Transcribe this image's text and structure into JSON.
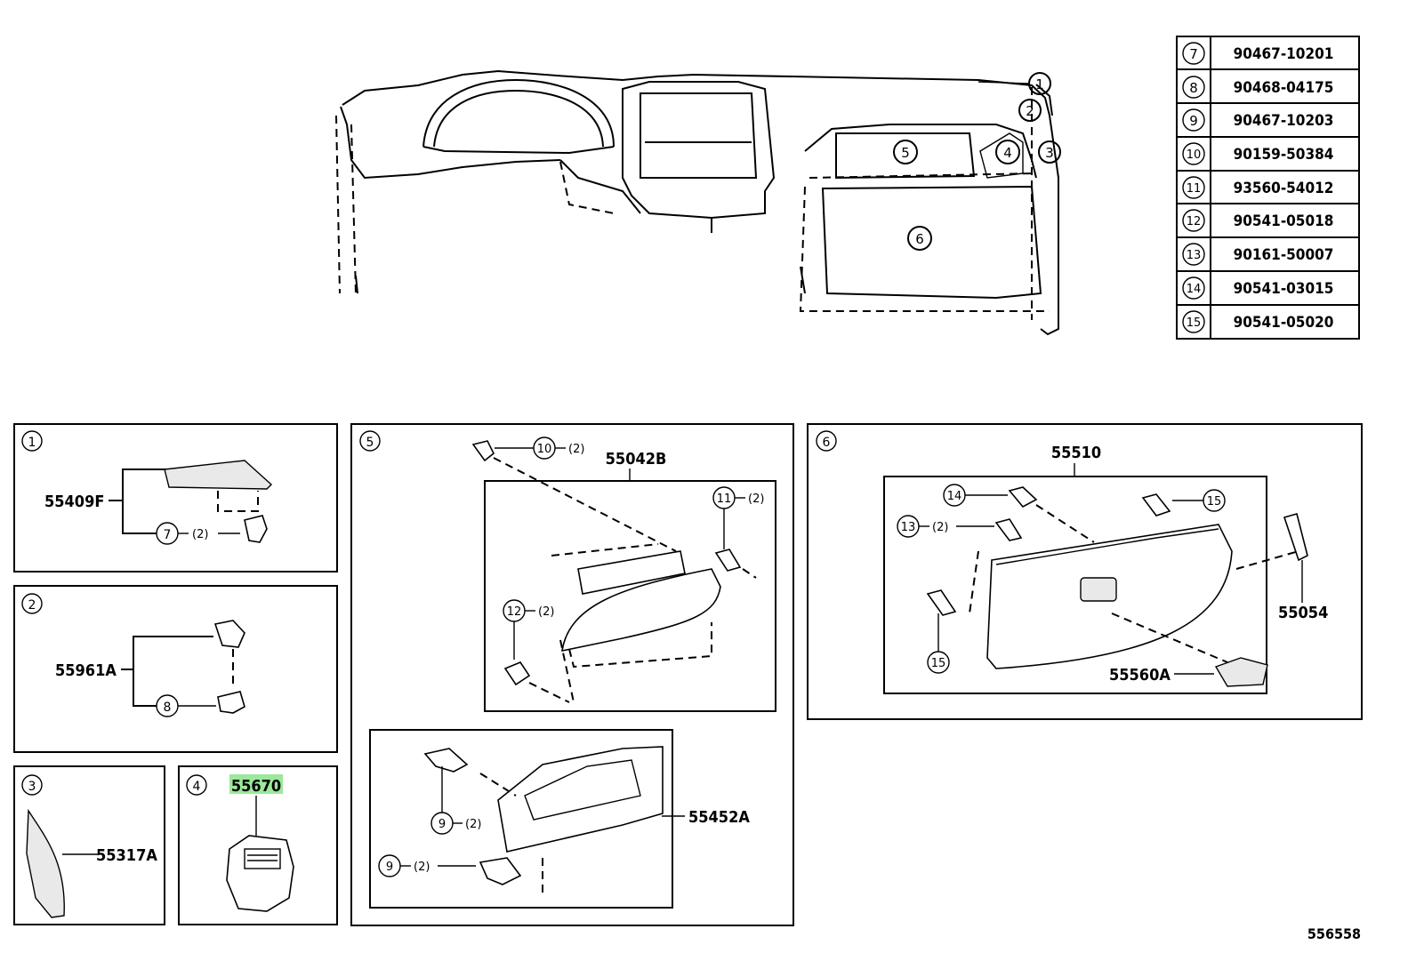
{
  "parts_table": [
    {
      "ref": "7",
      "part_no": "90467-10201"
    },
    {
      "ref": "8",
      "part_no": "90468-04175"
    },
    {
      "ref": "9",
      "part_no": "90467-10203"
    },
    {
      "ref": "10",
      "part_no": "90159-50384"
    },
    {
      "ref": "11",
      "part_no": "93560-54012"
    },
    {
      "ref": "12",
      "part_no": "90541-05018"
    },
    {
      "ref": "13",
      "part_no": "90161-50007"
    },
    {
      "ref": "14",
      "part_no": "90541-03015"
    },
    {
      "ref": "15",
      "part_no": "90541-05020"
    }
  ],
  "overview_callouts": [
    "1",
    "2",
    "3",
    "4",
    "5",
    "6"
  ],
  "panels": {
    "p1": {
      "ref": "1",
      "part": "55409F",
      "fastener": "7",
      "qty": "(2)"
    },
    "p2": {
      "ref": "2",
      "part": "55961A",
      "fastener": "8"
    },
    "p3": {
      "ref": "3",
      "part": "55317A"
    },
    "p4": {
      "ref": "4",
      "part": "55670",
      "highlight": "#9be89b"
    },
    "p5": {
      "ref": "5",
      "sub_top": "55042B",
      "sub_bottom": "55452A",
      "c10": "10",
      "c10_qty": "(2)",
      "c11": "11",
      "c11_qty": "(2)",
      "c12": "12",
      "c12_qty": "(2)",
      "c9a": "9",
      "c9a_qty": "(2)",
      "c9b": "9",
      "c9b_qty": "(2)"
    },
    "p6": {
      "ref": "6",
      "part": "55510",
      "lock": "55054",
      "latch": "55560A",
      "c14": "14",
      "c13": "13",
      "c13_qty": "(2)",
      "c15a": "15",
      "c15b": "15"
    }
  },
  "diagram_id": "556558"
}
